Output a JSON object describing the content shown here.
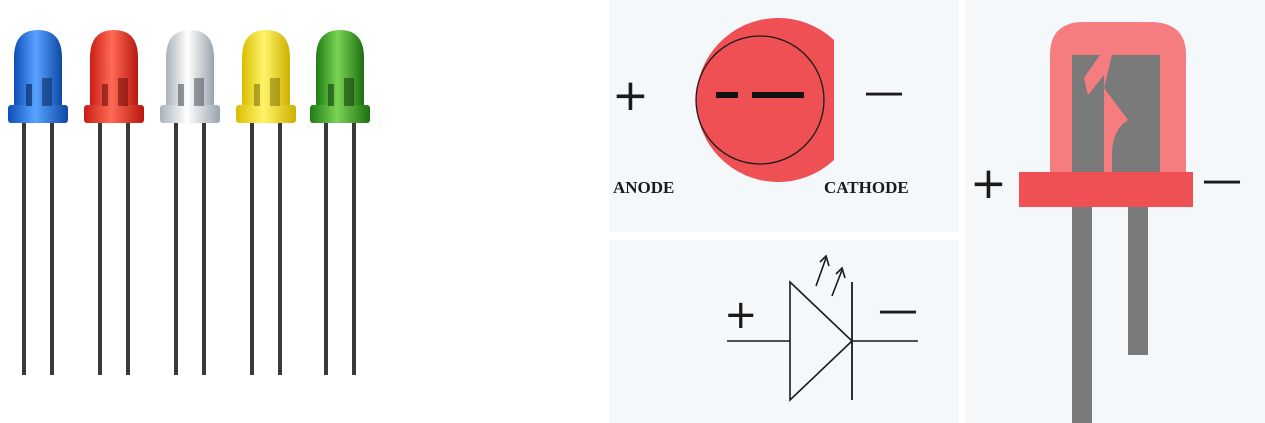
{
  "leds": [
    {
      "color": "blue",
      "hex": "#1f6fe0",
      "light": "#8fc4ff"
    },
    {
      "color": "red",
      "hex": "#e8392c",
      "light": "#ff9b8a"
    },
    {
      "color": "white",
      "hex": "#c8cfd6",
      "light": "#ffffff"
    },
    {
      "color": "yellow",
      "hex": "#f2dc1a",
      "light": "#fff59a"
    },
    {
      "color": "green",
      "hex": "#3aa02a",
      "light": "#a6e07a"
    }
  ],
  "top_view": {
    "anode_label": "ANODE",
    "cathode_label": "CATHODE",
    "plus_sign": "+",
    "minus_sign": "—",
    "fill": "#ee5053"
  },
  "symbol": {
    "plus_sign": "+",
    "minus_sign": "—"
  },
  "side_view": {
    "plus_sign": "+",
    "minus_sign": "—",
    "body_color": "#f57d80",
    "rim_color": "#ee5053",
    "lead_color": "#7a7a7a"
  },
  "colors": {
    "panel_bg": "#f4f8fb",
    "ink": "#1a1a1a"
  }
}
